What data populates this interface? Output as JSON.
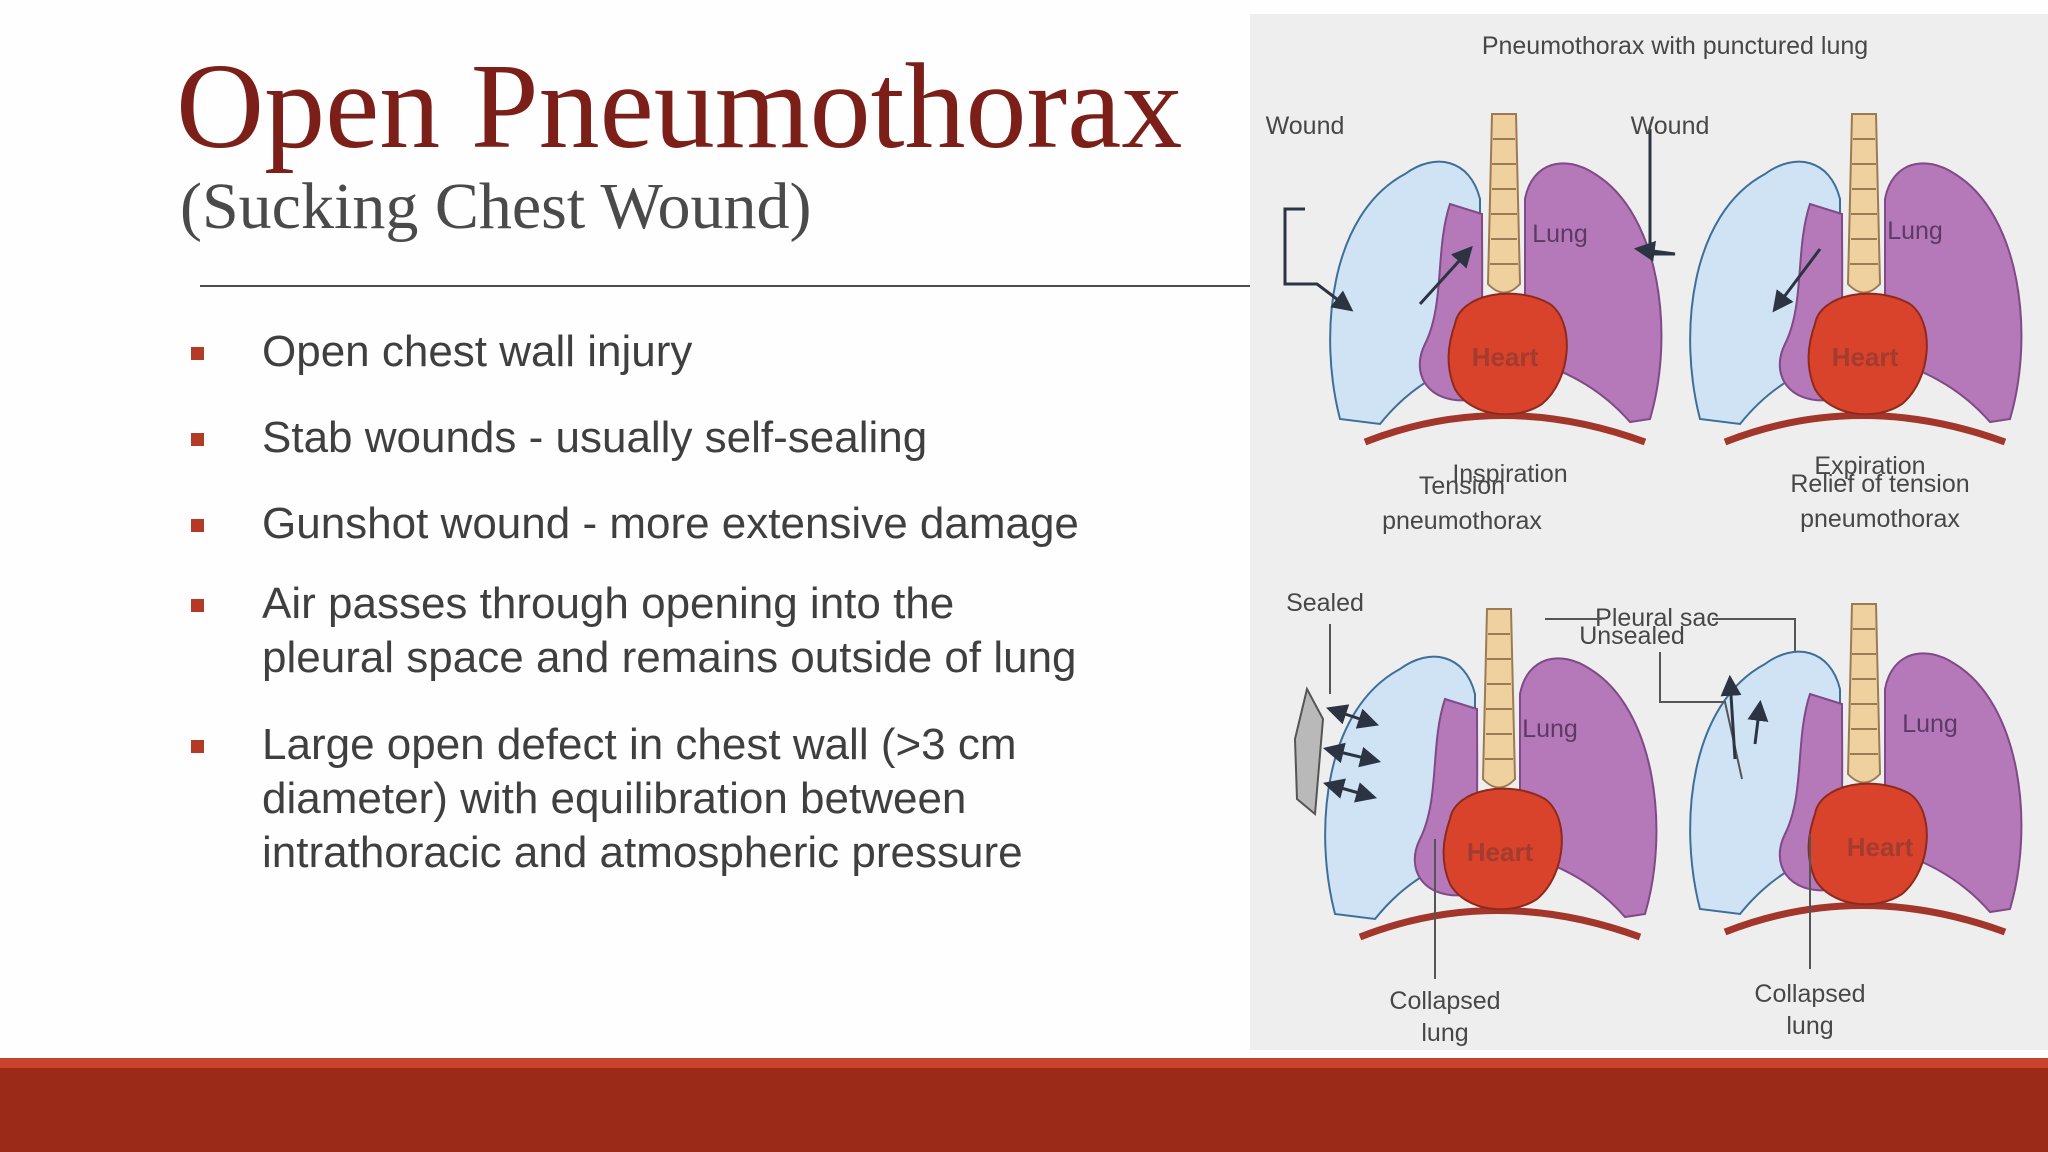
{
  "slide": {
    "title": "Open Pneumothorax",
    "subtitle": "(Sucking Chest Wound)",
    "bullets": [
      {
        "lines": [
          "Open chest wall injury"
        ]
      },
      {
        "lines": [
          "Stab wounds - usually self-sealing"
        ]
      },
      {
        "lines": [
          "Gunshot wound - more extensive damage"
        ]
      },
      {
        "lines": [
          "Air passes through opening into the",
          "pleural space and remains outside of lung"
        ]
      },
      {
        "lines": [
          "Large open defect in chest wall (>3 cm",
          "diameter) with equilibration between",
          "intrathoracic and atmospheric pressure"
        ]
      }
    ]
  },
  "diagram": {
    "caption": "Pneumothorax with punctured lung",
    "panels": [
      {
        "state": "Inspiration",
        "wall_label": "Wound",
        "lung_label": "Lung",
        "heart_label": "Heart"
      },
      {
        "state": "Expiration",
        "wall_label": "Wound",
        "lung_label": "Lung",
        "heart_label": "Heart"
      },
      {
        "title_lines": [
          "Tension",
          "pneumothorax"
        ],
        "wall_label": "Sealed",
        "lung_label": "Lung",
        "heart_label": "Heart",
        "collapsed_lines": [
          "Collapsed",
          "lung"
        ]
      },
      {
        "title_lines": [
          "Relief of tension",
          "pneumothorax"
        ],
        "wall_label": "Unsealed",
        "lung_label": "Lung",
        "heart_label": "Heart",
        "collapsed_lines": [
          "Collapsed",
          "lung"
        ]
      }
    ],
    "pleural_sac_label": "Pleural sac"
  },
  "colors": {
    "title": "#7d1f19",
    "bullet_marker": "#b33a25",
    "footer_bar": "#9c2a19",
    "footer_stripe": "#c9432a",
    "pleural_space": "#cfe3f5",
    "lung": "#b578b8",
    "heart": "#d9432b",
    "trachea": "#efd1a0"
  }
}
